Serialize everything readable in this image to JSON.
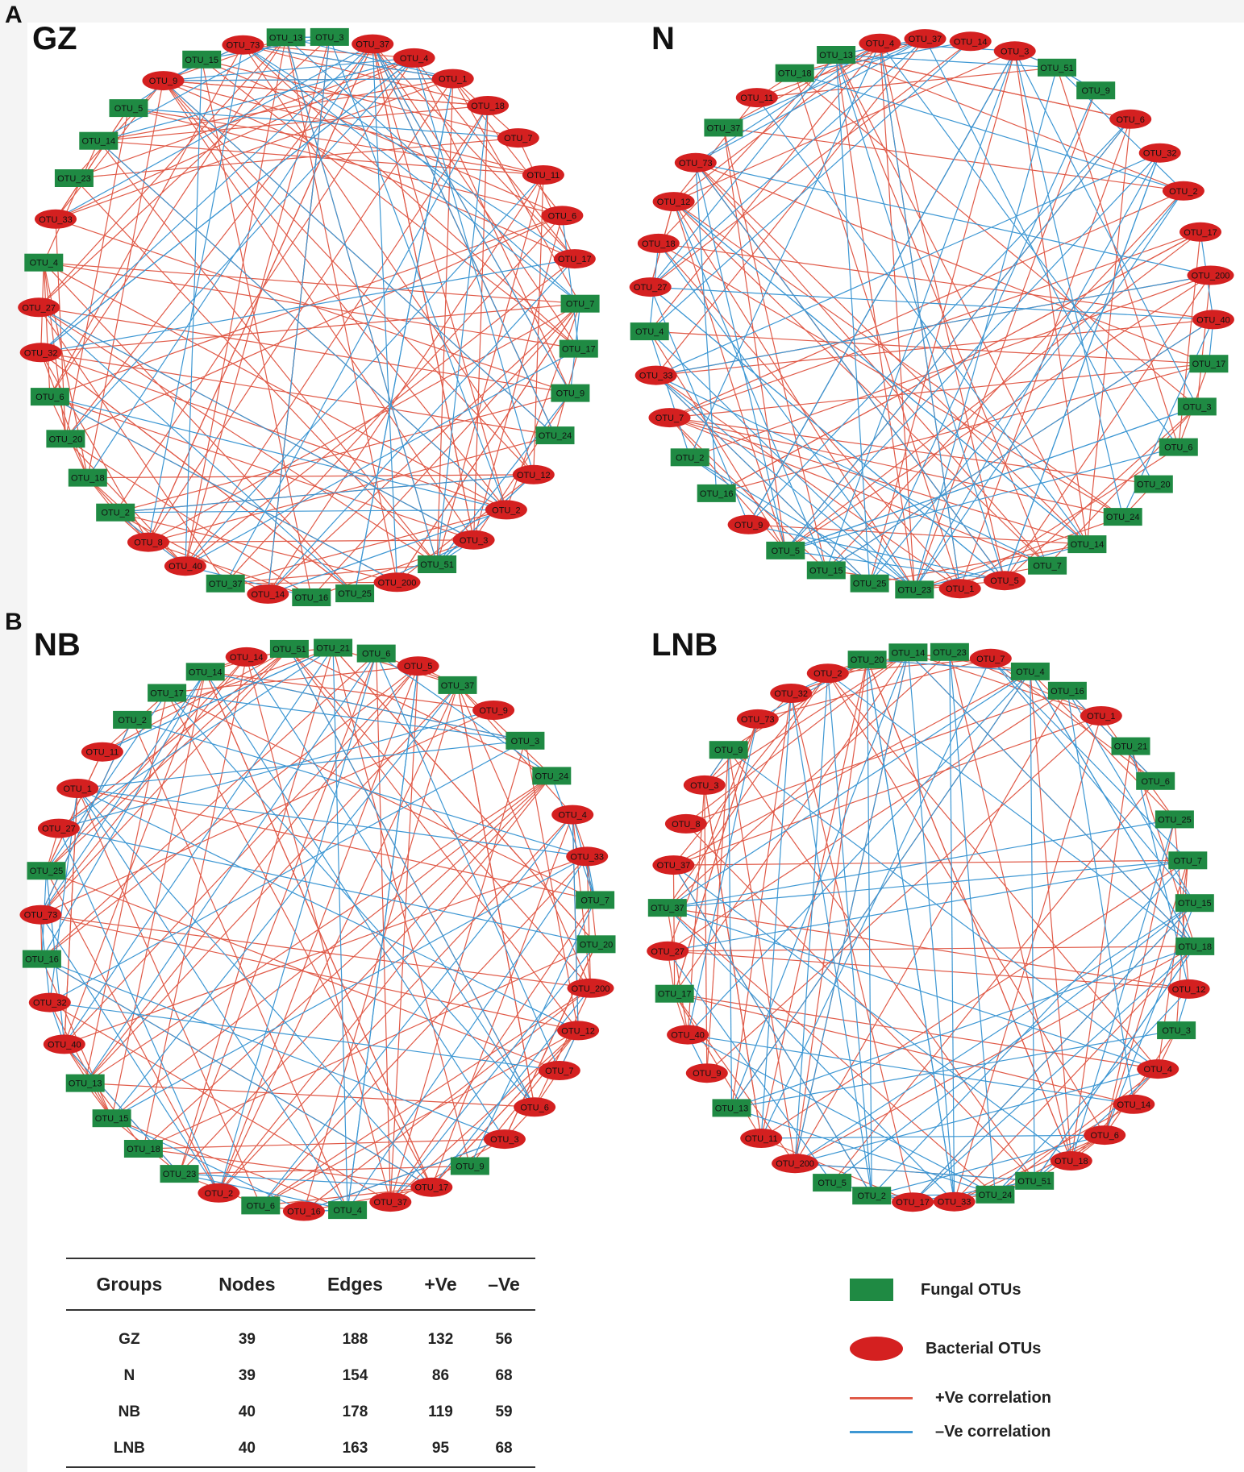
{
  "panel_labels": {
    "a": "A",
    "b": "B"
  },
  "legend": {
    "fungal": "Fungal OTUs",
    "bacterial": "Bacterial OTUs",
    "positive": "+Ve correlation",
    "negative": "–Ve correlation"
  },
  "colors": {
    "fungal": "#1f8a43",
    "bacterial": "#d42020",
    "positive": "#e05a48",
    "negative": "#3d97d3"
  },
  "summary_table": {
    "headers": [
      "Groups",
      "Nodes",
      "Edges",
      "+Ve",
      "–Ve"
    ],
    "rows": [
      [
        "GZ",
        "39",
        "188",
        "132",
        "56"
      ],
      [
        "N",
        "39",
        "154",
        "86",
        "68"
      ],
      [
        "NB",
        "40",
        "178",
        "119",
        "59"
      ],
      [
        "LNB",
        "40",
        "163",
        "95",
        "68"
      ]
    ]
  },
  "networks": [
    {
      "name": "GZ",
      "nodes": [
        {
          "label": "OTU_13",
          "type": "fungal"
        },
        {
          "label": "OTU_3",
          "type": "fungal"
        },
        {
          "label": "OTU_37",
          "type": "bacterial"
        },
        {
          "label": "OTU_4",
          "type": "bacterial"
        },
        {
          "label": "OTU_1",
          "type": "bacterial"
        },
        {
          "label": "OTU_18",
          "type": "bacterial"
        },
        {
          "label": "OTU_7",
          "type": "bacterial"
        },
        {
          "label": "OTU_11",
          "type": "bacterial"
        },
        {
          "label": "OTU_6",
          "type": "bacterial"
        },
        {
          "label": "OTU_17",
          "type": "bacterial"
        },
        {
          "label": "OTU_7",
          "type": "fungal"
        },
        {
          "label": "OTU_17",
          "type": "fungal"
        },
        {
          "label": "OTU_9",
          "type": "fungal"
        },
        {
          "label": "OTU_24",
          "type": "fungal"
        },
        {
          "label": "OTU_12",
          "type": "bacterial"
        },
        {
          "label": "OTU_2",
          "type": "bacterial"
        },
        {
          "label": "OTU_3",
          "type": "bacterial"
        },
        {
          "label": "OTU_51",
          "type": "fungal"
        },
        {
          "label": "OTU_200",
          "type": "bacterial"
        },
        {
          "label": "OTU_25",
          "type": "fungal"
        },
        {
          "label": "OTU_16",
          "type": "fungal"
        },
        {
          "label": "OTU_14",
          "type": "bacterial"
        },
        {
          "label": "OTU_37",
          "type": "fungal"
        },
        {
          "label": "OTU_40",
          "type": "bacterial"
        },
        {
          "label": "OTU_8",
          "type": "bacterial"
        },
        {
          "label": "OTU_2",
          "type": "fungal"
        },
        {
          "label": "OTU_18",
          "type": "fungal"
        },
        {
          "label": "OTU_20",
          "type": "fungal"
        },
        {
          "label": "OTU_6",
          "type": "fungal"
        },
        {
          "label": "OTU_32",
          "type": "bacterial"
        },
        {
          "label": "OTU_27",
          "type": "bacterial"
        },
        {
          "label": "OTU_4",
          "type": "fungal"
        },
        {
          "label": "OTU_33",
          "type": "bacterial"
        },
        {
          "label": "OTU_23",
          "type": "fungal"
        },
        {
          "label": "OTU_14",
          "type": "fungal"
        },
        {
          "label": "OTU_5",
          "type": "fungal"
        },
        {
          "label": "OTU_9",
          "type": "bacterial"
        },
        {
          "label": "OTU_15",
          "type": "fungal"
        },
        {
          "label": "OTU_73",
          "type": "bacterial"
        }
      ]
    },
    {
      "name": "N",
      "nodes": [
        {
          "label": "OTU_14",
          "type": "bacterial"
        },
        {
          "label": "OTU_3",
          "type": "bacterial"
        },
        {
          "label": "OTU_51",
          "type": "fungal"
        },
        {
          "label": "OTU_9",
          "type": "fungal"
        },
        {
          "label": "OTU_6",
          "type": "bacterial"
        },
        {
          "label": "OTU_32",
          "type": "bacterial"
        },
        {
          "label": "OTU_2",
          "type": "bacterial"
        },
        {
          "label": "OTU_17",
          "type": "bacterial"
        },
        {
          "label": "OTU_200",
          "type": "bacterial"
        },
        {
          "label": "OTU_40",
          "type": "bacterial"
        },
        {
          "label": "OTU_17",
          "type": "fungal"
        },
        {
          "label": "OTU_3",
          "type": "fungal"
        },
        {
          "label": "OTU_6",
          "type": "fungal"
        },
        {
          "label": "OTU_20",
          "type": "fungal"
        },
        {
          "label": "OTU_24",
          "type": "fungal"
        },
        {
          "label": "OTU_14",
          "type": "fungal"
        },
        {
          "label": "OTU_7",
          "type": "fungal"
        },
        {
          "label": "OTU_5",
          "type": "bacterial"
        },
        {
          "label": "OTU_1",
          "type": "bacterial"
        },
        {
          "label": "OTU_23",
          "type": "fungal"
        },
        {
          "label": "OTU_25",
          "type": "fungal"
        },
        {
          "label": "OTU_15",
          "type": "fungal"
        },
        {
          "label": "OTU_5",
          "type": "fungal"
        },
        {
          "label": "OTU_9",
          "type": "bacterial"
        },
        {
          "label": "OTU_16",
          "type": "fungal"
        },
        {
          "label": "OTU_2",
          "type": "fungal"
        },
        {
          "label": "OTU_7",
          "type": "bacterial"
        },
        {
          "label": "OTU_33",
          "type": "bacterial"
        },
        {
          "label": "OTU_4",
          "type": "fungal"
        },
        {
          "label": "OTU_27",
          "type": "bacterial"
        },
        {
          "label": "OTU_18",
          "type": "bacterial"
        },
        {
          "label": "OTU_12",
          "type": "bacterial"
        },
        {
          "label": "OTU_73",
          "type": "bacterial"
        },
        {
          "label": "OTU_37",
          "type": "fungal"
        },
        {
          "label": "OTU_11",
          "type": "bacterial"
        },
        {
          "label": "OTU_18",
          "type": "fungal"
        },
        {
          "label": "OTU_13",
          "type": "fungal"
        },
        {
          "label": "OTU_4",
          "type": "bacterial"
        },
        {
          "label": "OTU_37",
          "type": "bacterial"
        }
      ]
    },
    {
      "name": "NB",
      "nodes": [
        {
          "label": "OTU_21",
          "type": "fungal"
        },
        {
          "label": "OTU_6",
          "type": "fungal"
        },
        {
          "label": "OTU_5",
          "type": "bacterial"
        },
        {
          "label": "OTU_37",
          "type": "fungal"
        },
        {
          "label": "OTU_9",
          "type": "bacterial"
        },
        {
          "label": "OTU_3",
          "type": "fungal"
        },
        {
          "label": "OTU_24",
          "type": "fungal"
        },
        {
          "label": "OTU_4",
          "type": "bacterial"
        },
        {
          "label": "OTU_33",
          "type": "bacterial"
        },
        {
          "label": "OTU_7",
          "type": "fungal"
        },
        {
          "label": "OTU_20",
          "type": "fungal"
        },
        {
          "label": "OTU_200",
          "type": "bacterial"
        },
        {
          "label": "OTU_12",
          "type": "bacterial"
        },
        {
          "label": "OTU_7",
          "type": "bacterial"
        },
        {
          "label": "OTU_6",
          "type": "bacterial"
        },
        {
          "label": "OTU_3",
          "type": "bacterial"
        },
        {
          "label": "OTU_9",
          "type": "fungal"
        },
        {
          "label": "OTU_17",
          "type": "bacterial"
        },
        {
          "label": "OTU_37",
          "type": "bacterial"
        },
        {
          "label": "OTU_4",
          "type": "fungal"
        },
        {
          "label": "OTU_16",
          "type": "bacterial"
        },
        {
          "label": "OTU_6",
          "type": "fungal"
        },
        {
          "label": "OTU_2",
          "type": "bacterial"
        },
        {
          "label": "OTU_23",
          "type": "fungal"
        },
        {
          "label": "OTU_18",
          "type": "fungal"
        },
        {
          "label": "OTU_15",
          "type": "fungal"
        },
        {
          "label": "OTU_13",
          "type": "fungal"
        },
        {
          "label": "OTU_40",
          "type": "bacterial"
        },
        {
          "label": "OTU_32",
          "type": "bacterial"
        },
        {
          "label": "OTU_16",
          "type": "fungal"
        },
        {
          "label": "OTU_73",
          "type": "bacterial"
        },
        {
          "label": "OTU_25",
          "type": "fungal"
        },
        {
          "label": "OTU_27",
          "type": "bacterial"
        },
        {
          "label": "OTU_1",
          "type": "bacterial"
        },
        {
          "label": "OTU_11",
          "type": "bacterial"
        },
        {
          "label": "OTU_2",
          "type": "fungal"
        },
        {
          "label": "OTU_17",
          "type": "fungal"
        },
        {
          "label": "OTU_14",
          "type": "fungal"
        },
        {
          "label": "OTU_14",
          "type": "bacterial"
        },
        {
          "label": "OTU_51",
          "type": "fungal"
        }
      ]
    },
    {
      "name": "LNB",
      "nodes": [
        {
          "label": "OTU_23",
          "type": "fungal"
        },
        {
          "label": "OTU_7",
          "type": "bacterial"
        },
        {
          "label": "OTU_4",
          "type": "fungal"
        },
        {
          "label": "OTU_16",
          "type": "fungal"
        },
        {
          "label": "OTU_1",
          "type": "bacterial"
        },
        {
          "label": "OTU_21",
          "type": "fungal"
        },
        {
          "label": "OTU_6",
          "type": "fungal"
        },
        {
          "label": "OTU_25",
          "type": "fungal"
        },
        {
          "label": "OTU_7",
          "type": "fungal"
        },
        {
          "label": "OTU_15",
          "type": "fungal"
        },
        {
          "label": "OTU_18",
          "type": "fungal"
        },
        {
          "label": "OTU_12",
          "type": "bacterial"
        },
        {
          "label": "OTU_3",
          "type": "fungal"
        },
        {
          "label": "OTU_4",
          "type": "bacterial"
        },
        {
          "label": "OTU_14",
          "type": "bacterial"
        },
        {
          "label": "OTU_6",
          "type": "bacterial"
        },
        {
          "label": "OTU_18",
          "type": "bacterial"
        },
        {
          "label": "OTU_51",
          "type": "fungal"
        },
        {
          "label": "OTU_24",
          "type": "fungal"
        },
        {
          "label": "OTU_33",
          "type": "bacterial"
        },
        {
          "label": "OTU_17",
          "type": "bacterial"
        },
        {
          "label": "OTU_2",
          "type": "fungal"
        },
        {
          "label": "OTU_5",
          "type": "fungal"
        },
        {
          "label": "OTU_200",
          "type": "bacterial"
        },
        {
          "label": "OTU_11",
          "type": "bacterial"
        },
        {
          "label": "OTU_13",
          "type": "fungal"
        },
        {
          "label": "OTU_9",
          "type": "bacterial"
        },
        {
          "label": "OTU_40",
          "type": "bacterial"
        },
        {
          "label": "OTU_17",
          "type": "fungal"
        },
        {
          "label": "OTU_27",
          "type": "bacterial"
        },
        {
          "label": "OTU_37",
          "type": "fungal"
        },
        {
          "label": "OTU_37",
          "type": "bacterial"
        },
        {
          "label": "OTU_8",
          "type": "bacterial"
        },
        {
          "label": "OTU_3",
          "type": "bacterial"
        },
        {
          "label": "OTU_9",
          "type": "fungal"
        },
        {
          "label": "OTU_73",
          "type": "bacterial"
        },
        {
          "label": "OTU_32",
          "type": "bacterial"
        },
        {
          "label": "OTU_2",
          "type": "bacterial"
        },
        {
          "label": "OTU_20",
          "type": "fungal"
        },
        {
          "label": "OTU_14",
          "type": "fungal"
        }
      ]
    }
  ]
}
